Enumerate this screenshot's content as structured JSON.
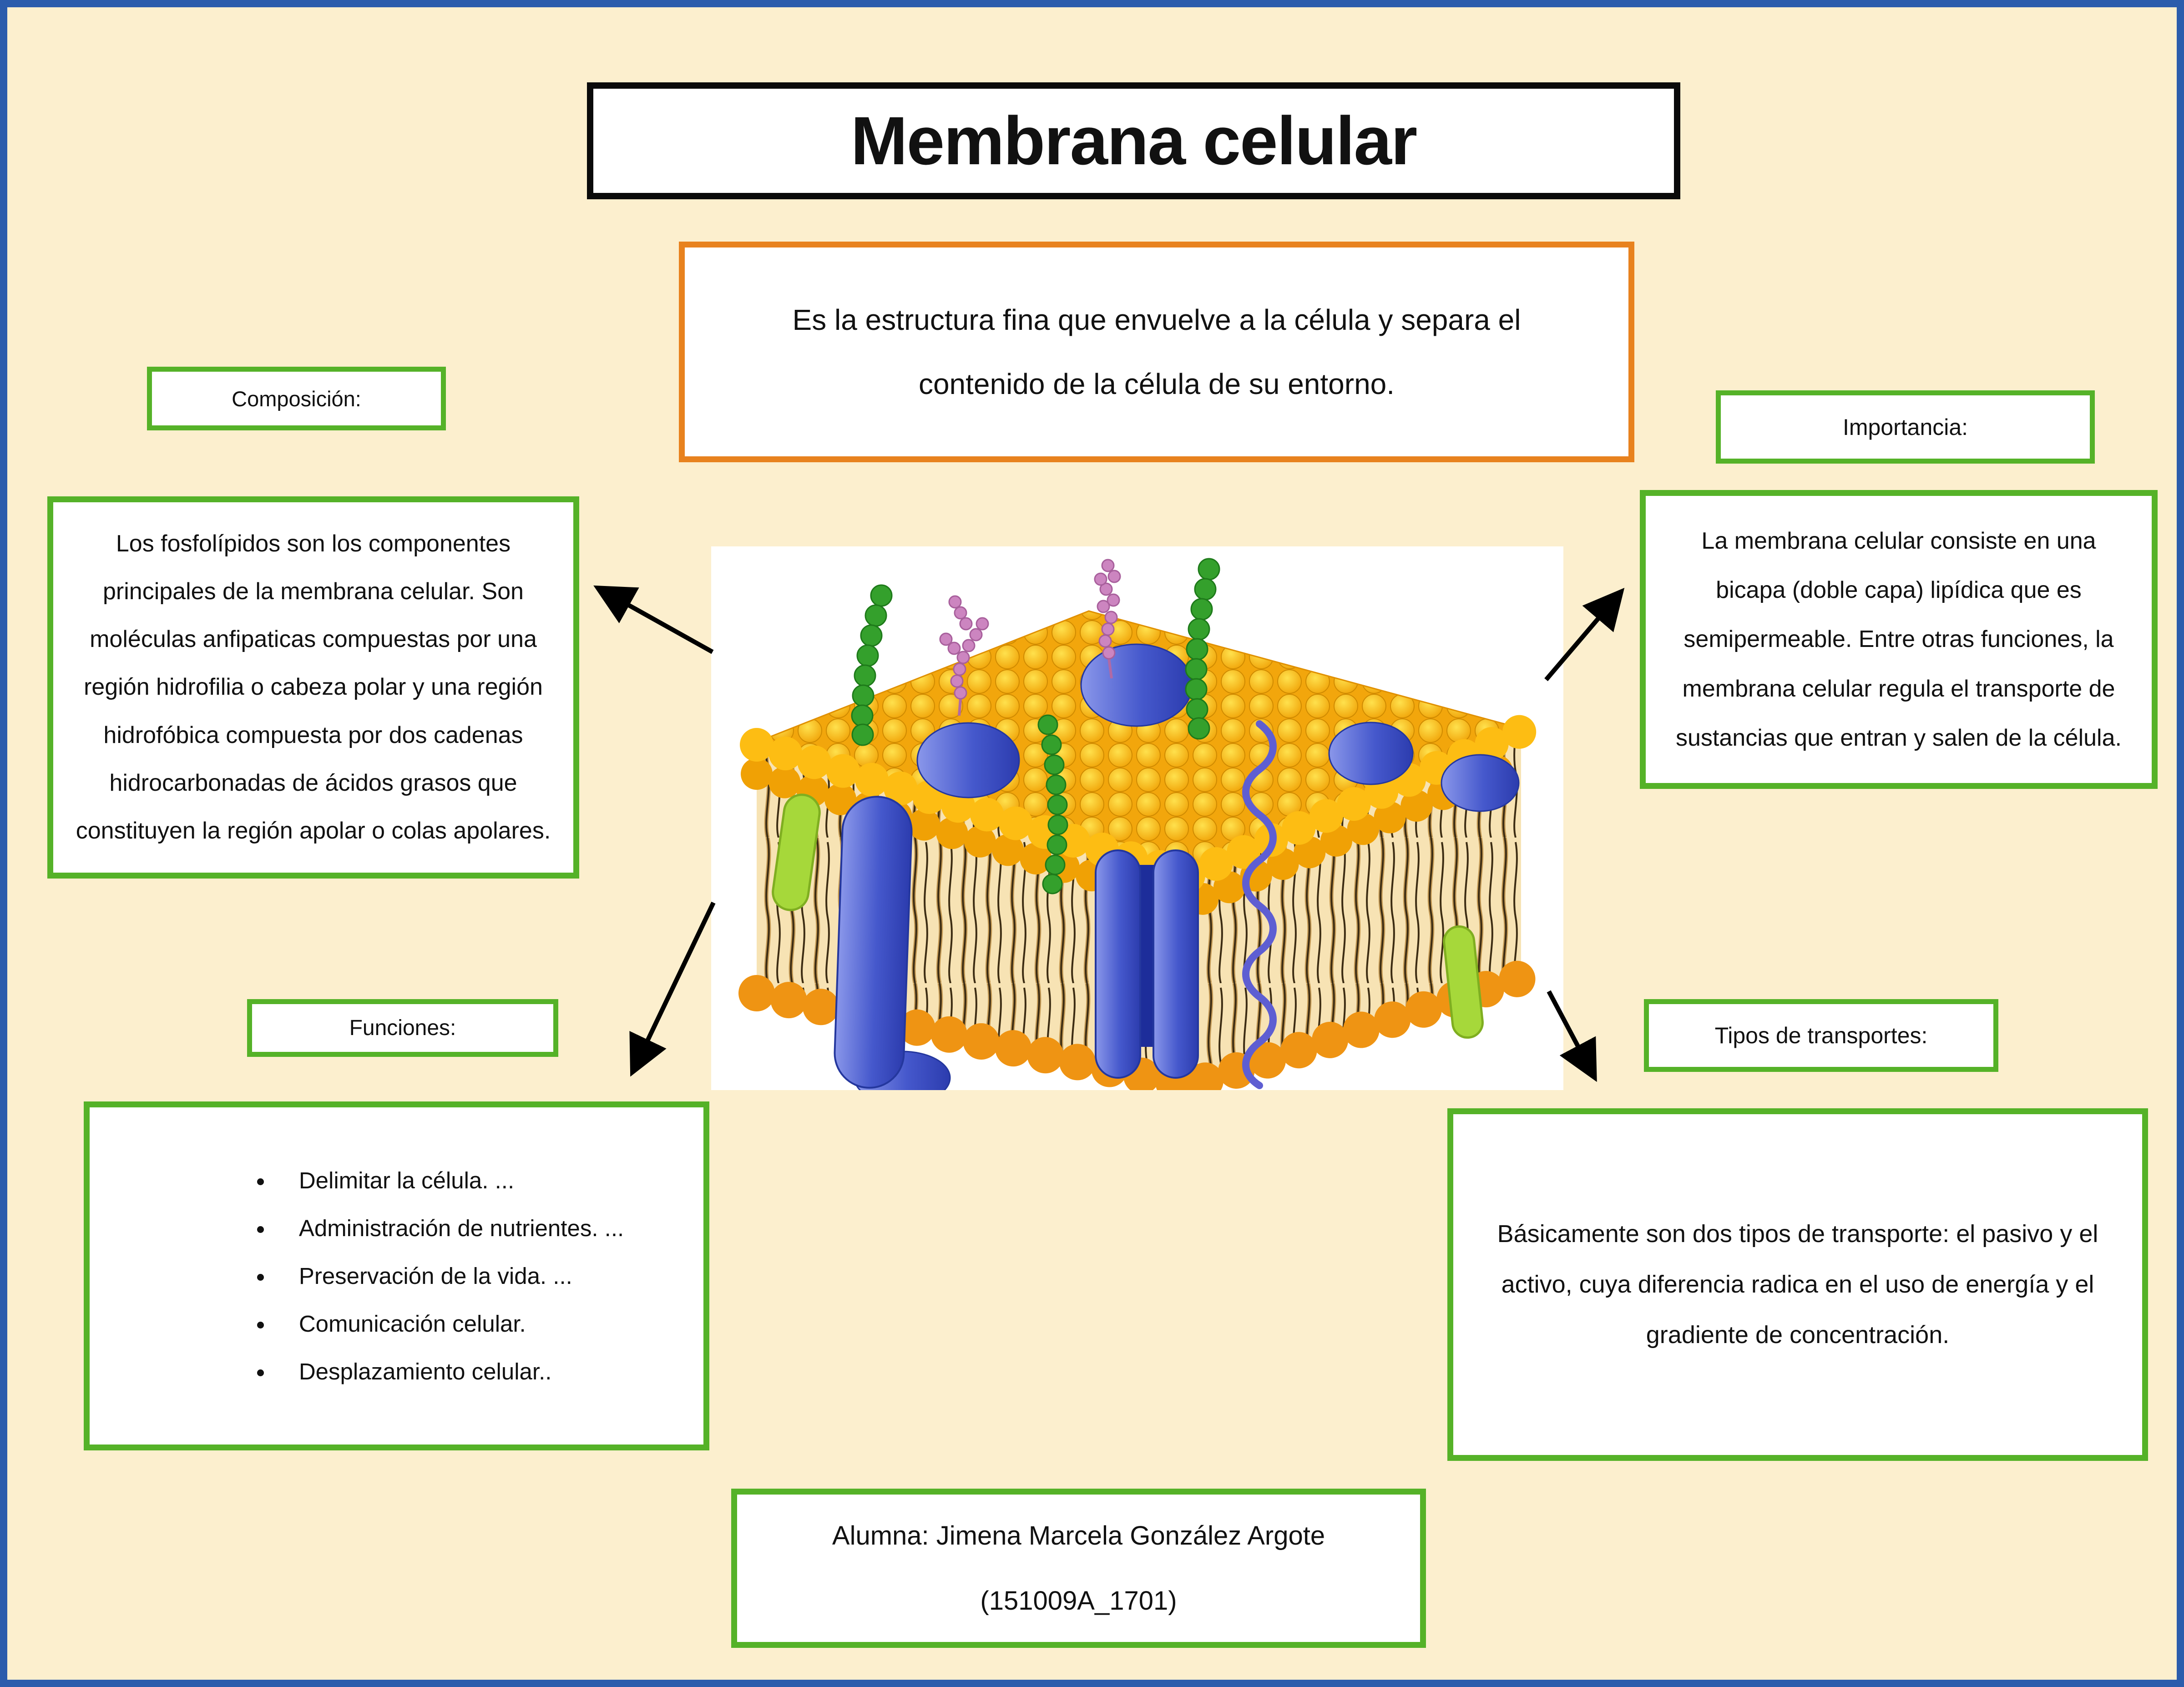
{
  "page": {
    "background_color": "#fcefce",
    "frame_color": "#2b5cac"
  },
  "title": "Membrana celular",
  "definition": "Es la estructura fina que envuelve a la célula y separa el contenido de la célula de su entorno.",
  "sections": {
    "composicion": {
      "label": "Composición:",
      "text": "Los fosfolípidos son los componentes principales de la membrana celular. Son moléculas anfipaticas compuestas por una región hidrofilia o cabeza polar y una región hidrofóbica compuesta por dos cadenas hidrocarbonadas de ácidos grasos que constituyen la región apolar o colas apolares."
    },
    "importancia": {
      "label": "Importancia:",
      "text": "La membrana celular consiste en una bicapa (doble capa) lipídica que es semipermeable. Entre otras funciones, la membrana celular regula el transporte de sustancias que entran y salen de la célula."
    },
    "funciones": {
      "label": "Funciones:",
      "items": [
        "Delimitar la célula. ...",
        "Administración de nutrientes. ...",
        "Preservación de la vida. ...",
        "Comunicación celular.",
        "Desplazamiento celular.."
      ]
    },
    "transportes": {
      "label": "Tipos de transportes:",
      "text": "Básicamente son dos tipos de transporte: el pasivo y el activo, cuya diferencia radica en el uso de energía y el gradiente de concentración."
    }
  },
  "footer": {
    "line1": "Alumna: Jimena Marcela González Argote",
    "line2": "(151009A_1701)"
  },
  "colors": {
    "box_border_green": "#55b228",
    "definition_border_orange": "#e8821e",
    "title_border_black": "#0a0a0a",
    "arrow_color": "#000000",
    "lipid_head_yellow": "#fdbd13",
    "lipid_head_orange": "#ef9413",
    "protein_blue": "#3c50c4",
    "glycan_green": "#34a02c",
    "glycan_pink": "#cc85c0",
    "helix_purple": "#5e5ed2"
  },
  "illustration": {
    "description": "phospholipid-bilayer-membrane-3d"
  }
}
